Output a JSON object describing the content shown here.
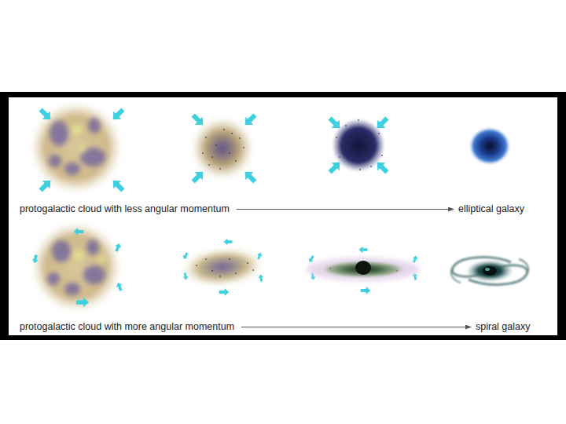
{
  "diagram": {
    "labels": [
      "protogalactic cloud with less angular momentum",
      "elliptical galaxy",
      "protogalactic cloud with more angular momentum",
      "spiral galaxy"
    ]
  }
}
